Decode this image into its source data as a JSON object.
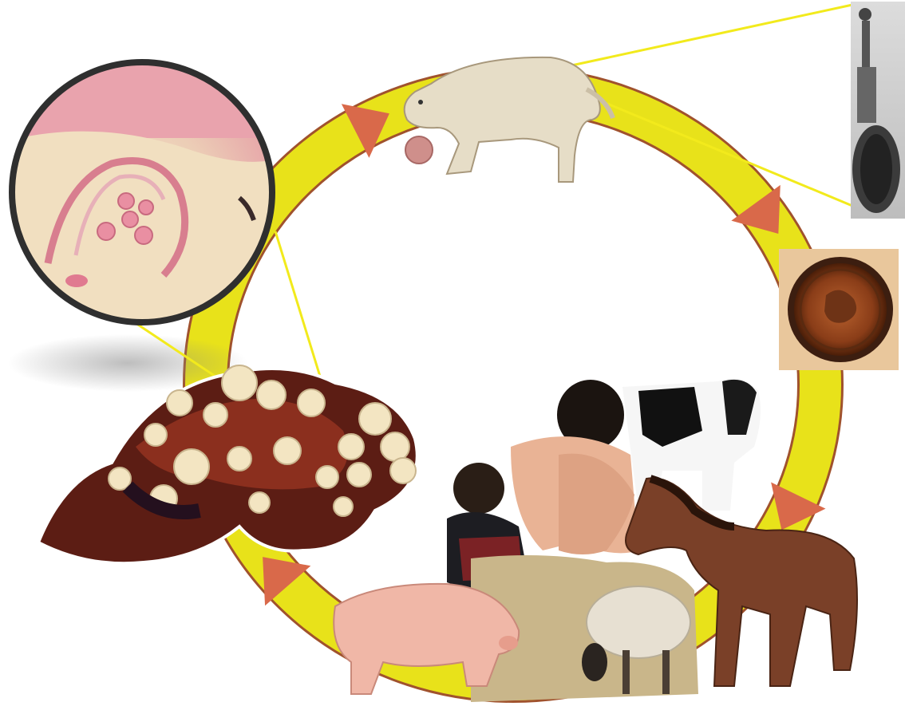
{
  "diagram": {
    "type": "life-cycle",
    "colors": {
      "ring": "#e8e21a",
      "ring_edge": "#a0522d",
      "arrow": "#d9694a",
      "connector": "#f2ea1c",
      "background": "#ffffff"
    },
    "stages": [
      {
        "name": "dog",
        "icon": "dog-illustration"
      },
      {
        "name": "adult-worm",
        "icon": "tapeworm-photo"
      },
      {
        "name": "egg",
        "icon": "egg-micrograph"
      },
      {
        "name": "intermediate-hosts",
        "icon": "people-and-livestock-photo"
      },
      {
        "name": "hydatid-cyst-organ",
        "icon": "cyst-organ-photo"
      },
      {
        "name": "protoscolices-histology",
        "icon": "histology-magnifier"
      }
    ],
    "flow_arrows": 4
  }
}
